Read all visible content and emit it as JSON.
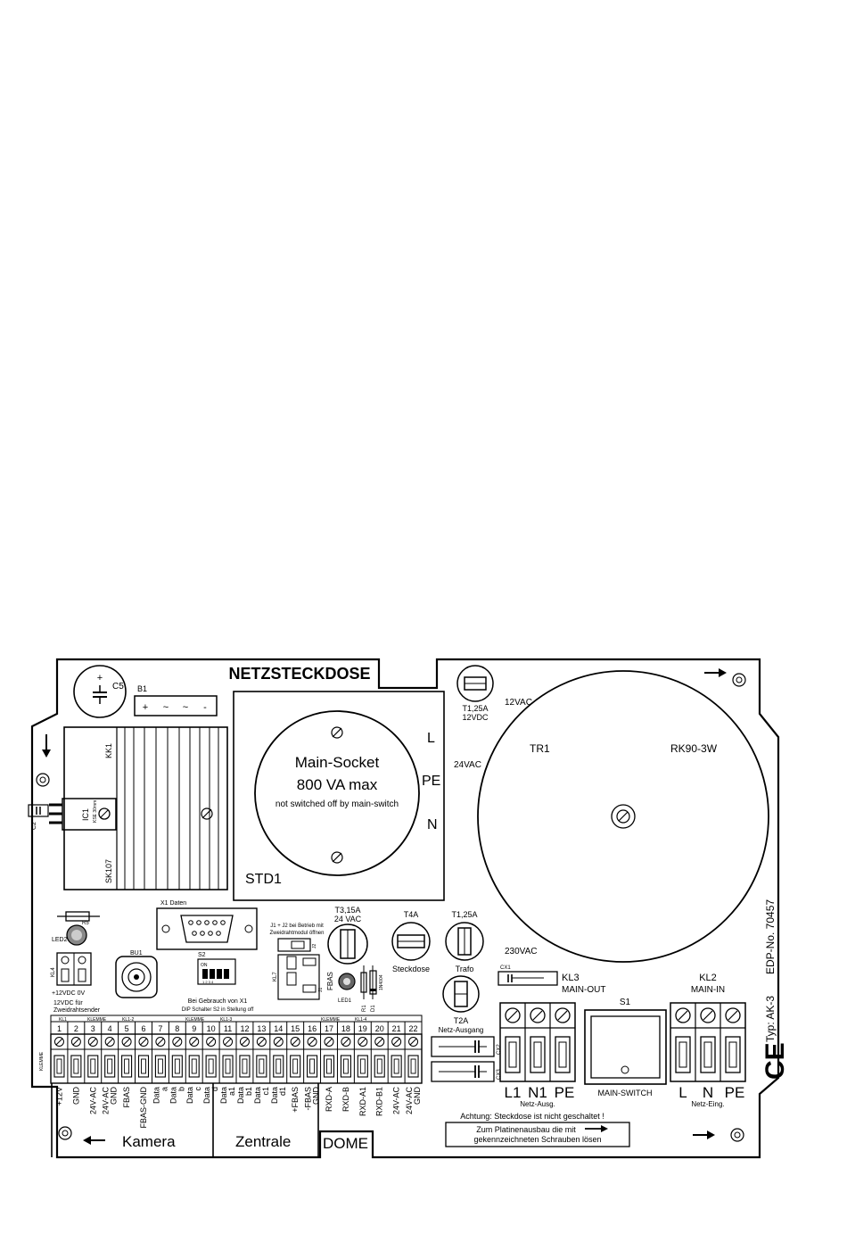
{
  "header": {
    "title": "NETZSTECKDOSE"
  },
  "components": {
    "c5": "C5",
    "c5_plus": "+",
    "b1": "B1",
    "b1_pins": [
      "+",
      "~",
      "~",
      "-"
    ],
    "kk1": "KK1",
    "sk107": "SK107",
    "ic1": "IC1",
    "ic1_sub": "KSE 30mm",
    "c2": "C2",
    "r5": "R5",
    "led2": "LED2",
    "kl4": "KL4",
    "kl4_label": "+12VDC  0V",
    "kl4_note1": "12VDC für",
    "kl4_note2": "Zweidrahtsender",
    "bu1": "BU1",
    "x1": "X1  Daten",
    "s2": "S2",
    "s2_on": "ON",
    "s2_nums": "1  2  3  4",
    "s2_note1": "Bei Gebrauch von X1",
    "s2_note2": "DIP Schalter S2 in Stellung off",
    "j_note1": "J1 + J2 bei Betrieb mit",
    "j_note2": "Zweidrahtmodul öffnen",
    "j1": "J1",
    "j2": "J2",
    "kl7": "KL7",
    "fbas_v": "FBAS",
    "led1": "LED1",
    "r1": "R1",
    "d1": "D1",
    "d1_type": "1N4004"
  },
  "socket": {
    "title": "Main-Socket",
    "rating": "800 VA max",
    "note": "not switched off by main-switch",
    "pins": [
      "L",
      "PE",
      "N"
    ],
    "label": "STD1"
  },
  "fuses": {
    "t1_top": "T1,25A",
    "t1_top_sub": "12VDC",
    "t315": "T3,15A",
    "t315_sub": "24 VAC",
    "t4": "T4A",
    "t4_sub": "Steckdose",
    "t1": "T1,25A",
    "t1_sub": "Trafo",
    "t2": "T2A",
    "t2_sub": "Netz-Ausgang"
  },
  "transformer": {
    "v12": "12VAC",
    "v24": "24VAC",
    "v230": "230VAC",
    "tr1": "TR1",
    "model": "RK90-3W"
  },
  "mains": {
    "cx1": "CX1",
    "cx2": "CX2",
    "cx3": "CX3",
    "kl3": "KL3",
    "kl3_sub": "MAIN-OUT",
    "kl2": "KL2",
    "kl2_sub": "MAIN-IN",
    "s1": "S1",
    "switch_label": "MAIN-SWITCH",
    "out_pins": [
      "L1",
      "N1",
      "PE"
    ],
    "out_sub": "Netz-Ausg.",
    "in_pins": [
      "L",
      "N",
      "PE"
    ],
    "in_sub": "Netz-Eing."
  },
  "labels": {
    "type": "Typ: AK-3",
    "edp": "EDP-No. 70457",
    "ce": "CE",
    "warning": "Achtung: Steckdose ist nicht geschaltet !",
    "note_line1": "Zum Platinenausbau die mit",
    "note_line2": "gekennzeichneten Schrauben lösen",
    "klemme_side": "KLEMME"
  },
  "terminals": {
    "groups": [
      "KL1",
      "KLEMME",
      "KL1-2",
      "KLEMME",
      "KL1-3",
      "KLEMME",
      "KL1-4"
    ],
    "numbers": [
      "1",
      "2",
      "3",
      "4",
      "5",
      "6",
      "7",
      "8",
      "9",
      "10",
      "11",
      "12",
      "13",
      "14",
      "15",
      "16",
      "17",
      "18",
      "19",
      "20",
      "21",
      "22"
    ],
    "labels": [
      "+12V",
      "GND",
      "24V-AC",
      "24V-AC GND",
      "FBAS",
      "FBAS-GND",
      "Data a",
      "Data b",
      "Data c",
      "Data d",
      "Data a1",
      "Data b1",
      "Data c1",
      "Data d1",
      "+FBAS",
      "-FBAS GND",
      "RXD-A",
      "RXD-B",
      "RXD-A1",
      "RXD-B1",
      "24V-AC",
      "24V-AC GND"
    ]
  },
  "sections": {
    "kamera": "Kamera",
    "zentrale": "Zentrale",
    "dome": "DOME"
  }
}
